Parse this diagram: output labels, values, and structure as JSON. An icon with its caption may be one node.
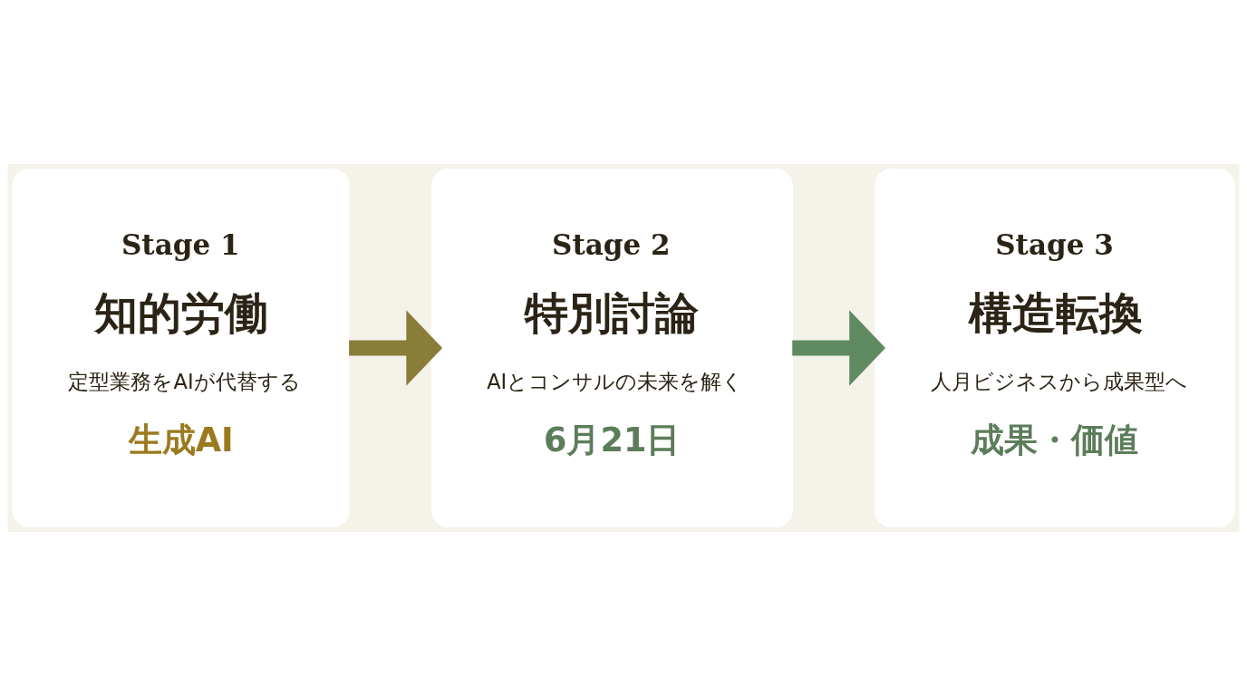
{
  "diagram": {
    "nodes": [
      {
        "text": [
          "Stage 1",
          "知的労働",
          "定型業務をAIが代替する",
          "生成AI"
        ]
      },
      {
        "text": [
          "Stage 2",
          "特別討論",
          "AIとコンサルの未来を解く",
          "6月21日"
        ]
      },
      {
        "text": [
          "Stage 3",
          "構造転換",
          "人月ビジネスから成果型へ",
          "成果・価値"
        ]
      }
    ],
    "edges": [
      {
        "from": 0,
        "to": 1,
        "arrow": "to",
        "color": "#8a7d3a"
      },
      {
        "from": 1,
        "to": 2,
        "arrow": "to",
        "color": "#5f8a62"
      }
    ]
  }
}
